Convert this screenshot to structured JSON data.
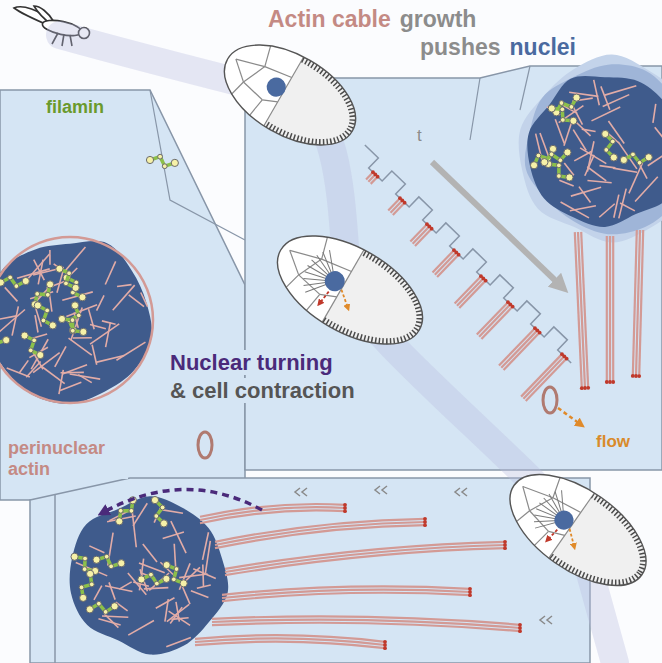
{
  "diagram": {
    "labels": [
      "Actin cable",
      "growth",
      "pushes",
      "nuclei",
      "filamin",
      "perinuclear actin",
      "t",
      "flow",
      "Nuclear turning",
      "& cell contraction"
    ]
  }
}
